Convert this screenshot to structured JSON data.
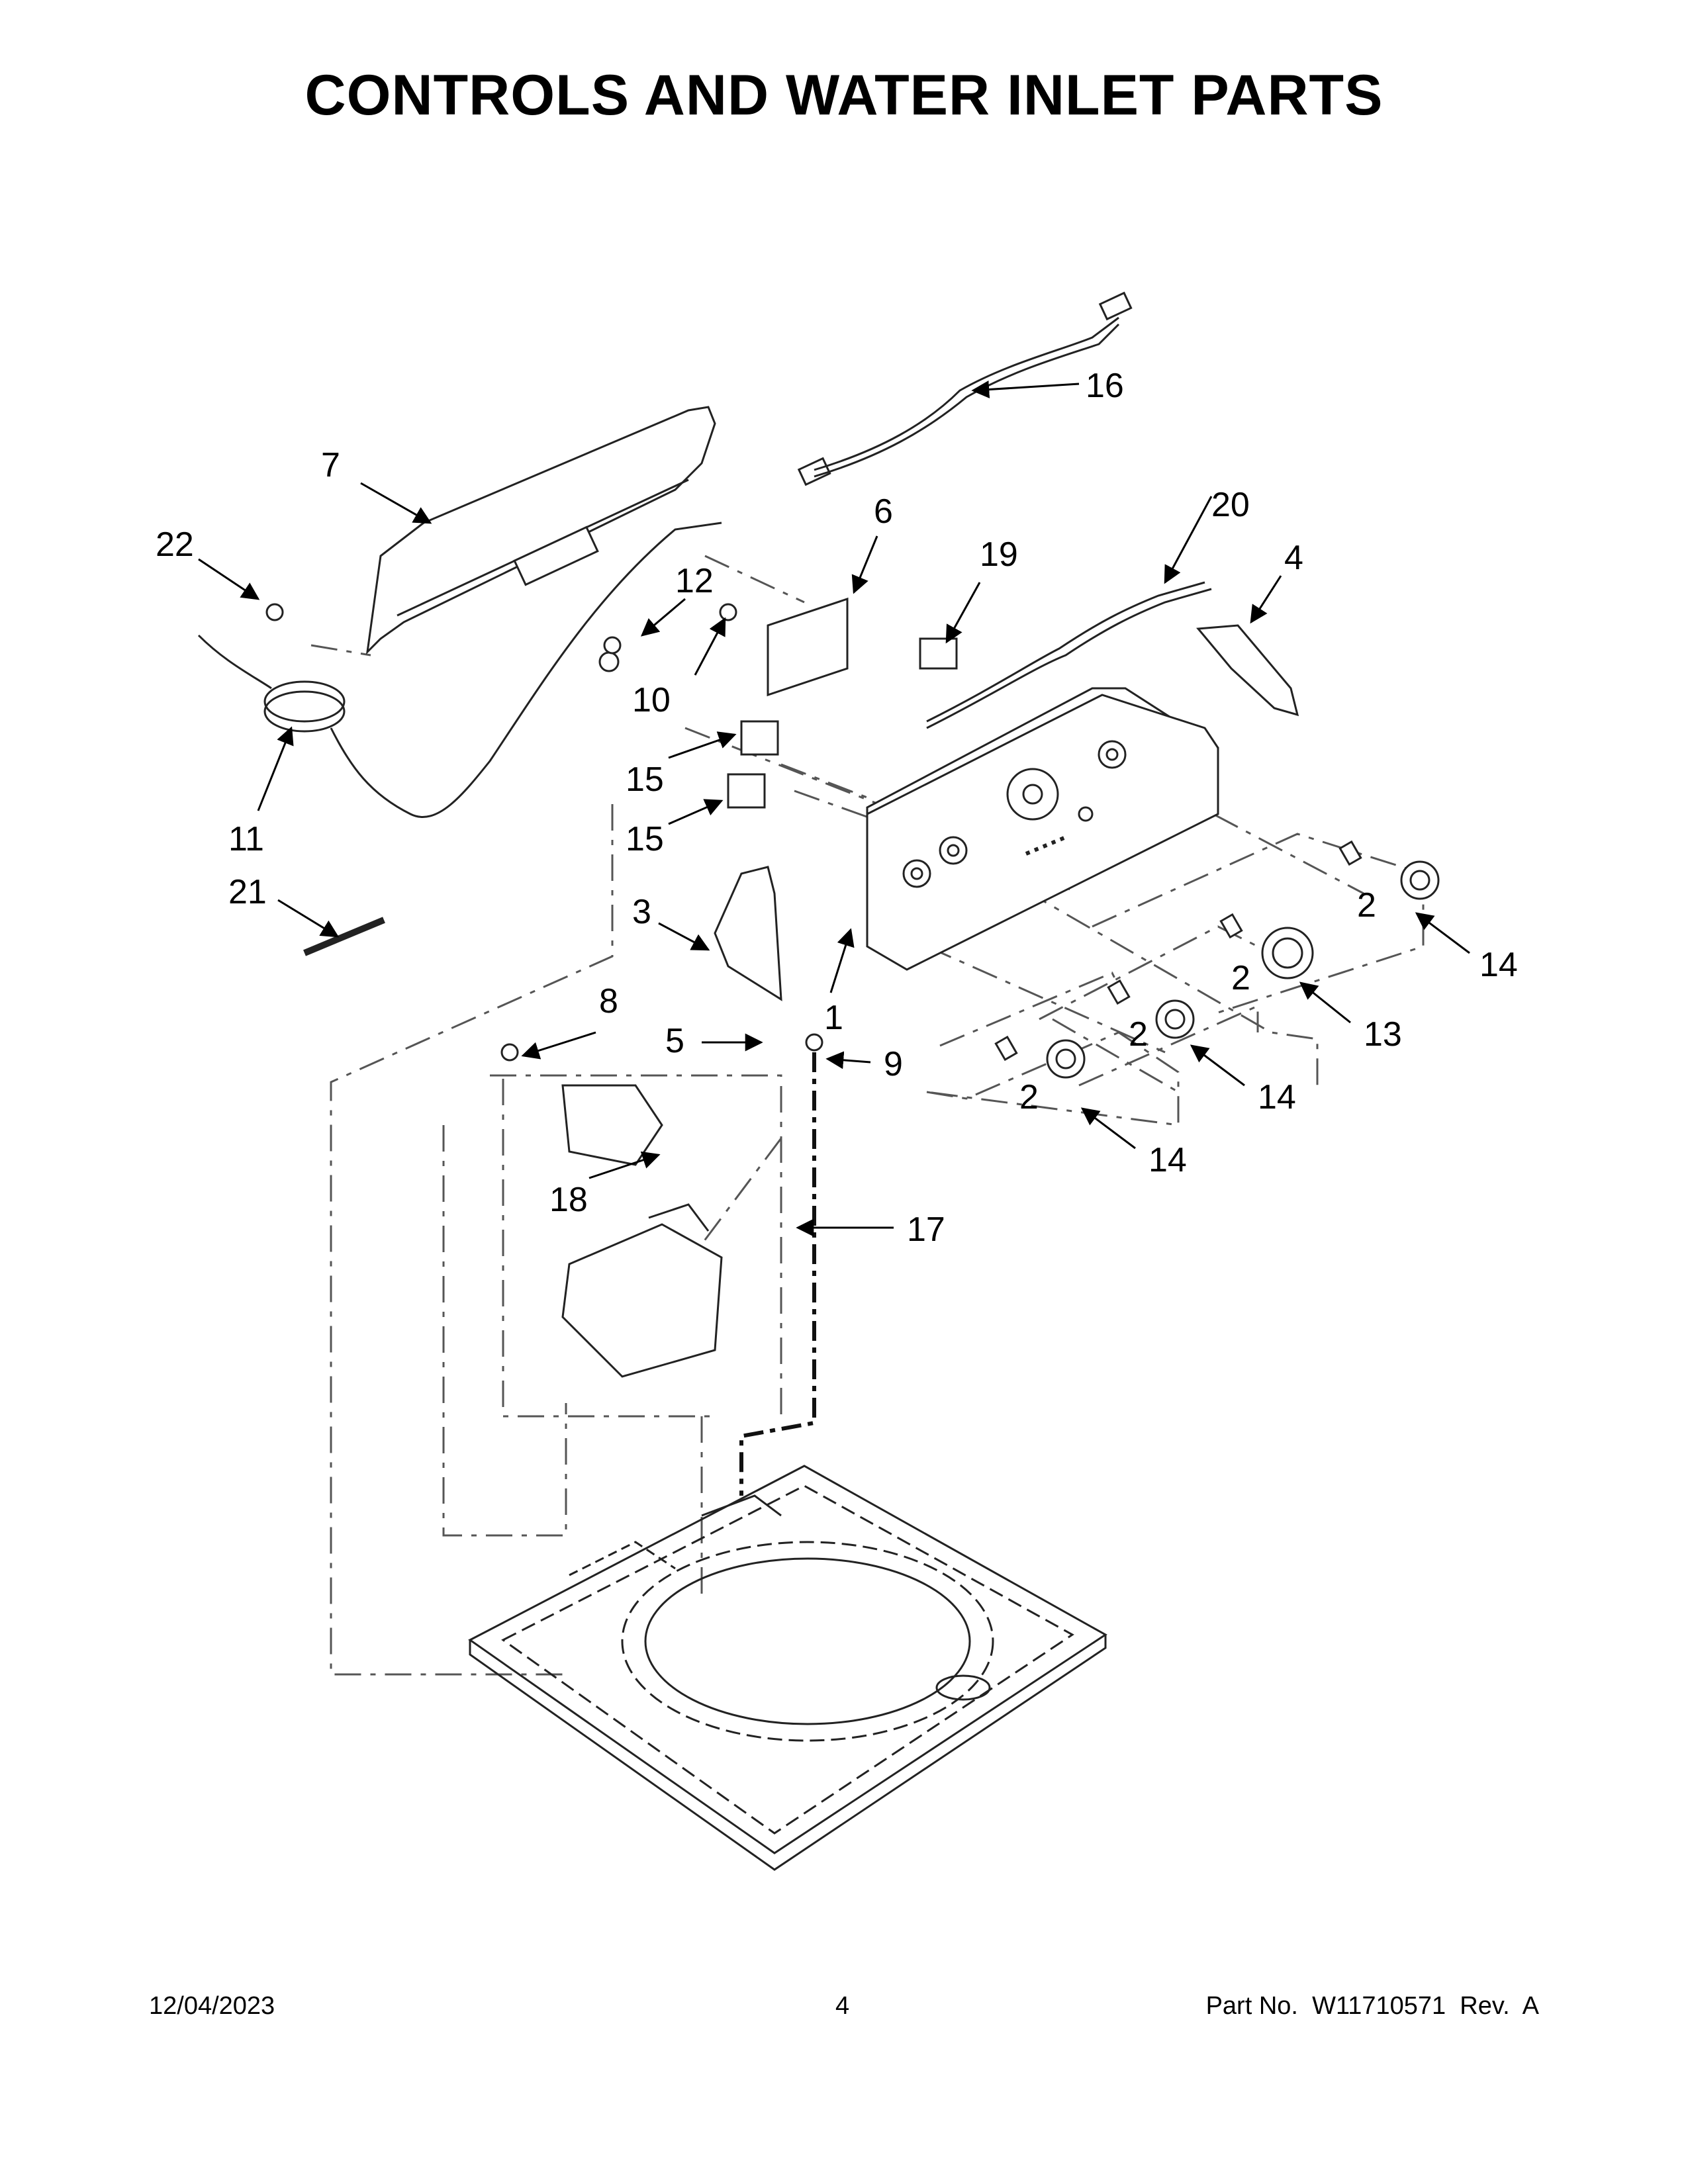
{
  "title": "CONTROLS AND WATER INLET PARTS",
  "footer": {
    "date": "12/04/2023",
    "page": "4",
    "part_no": "Part No.  W11710571  Rev.  A"
  },
  "callouts": {
    "c1": "1",
    "c2a": "2",
    "c2b": "2",
    "c2c": "2",
    "c2d": "2",
    "c3": "3",
    "c4": "4",
    "c5": "5",
    "c6": "6",
    "c7": "7",
    "c8": "8",
    "c9": "9",
    "c10": "10",
    "c11": "11",
    "c12": "12",
    "c13": "13",
    "c14a": "14",
    "c14b": "14",
    "c14c": "14",
    "c15a": "15",
    "c15b": "15",
    "c16": "16",
    "c17": "17",
    "c18": "18",
    "c19": "19",
    "c20": "20",
    "c21": "21",
    "c22": "22"
  }
}
